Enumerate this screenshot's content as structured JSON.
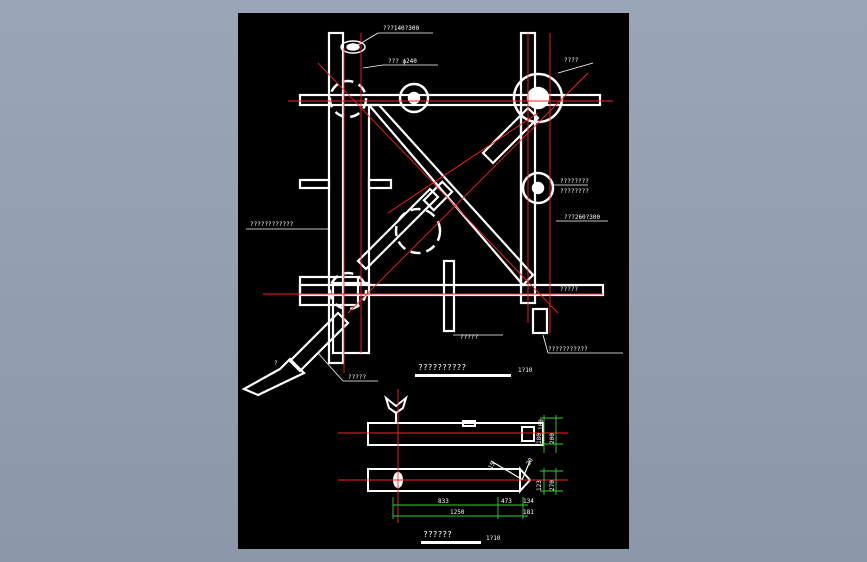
{
  "labels": {
    "top_pipe": "???140?300",
    "circle_dia": "??? ф240",
    "top_right": "????",
    "left_note": "????????????",
    "right_mid_1": "????????",
    "right_mid_2": "???260?300",
    "right_lower": "?????",
    "bottom_right": "???????????",
    "lower_mid": "?????",
    "bottom_left": "?????",
    "upper_right_sub": "????????",
    "slope_mark": "?"
  },
  "titles": {
    "plan_title": "??????????",
    "plan_scale": "1?10",
    "detail_title": "??????",
    "detail_scale": "1?10"
  },
  "dims": {
    "d_833": "833",
    "d_473": "473",
    "d_134": "134",
    "d_1250": "1250",
    "d_181": "181",
    "d_100": "100",
    "d_180": "180",
    "d_200": "200",
    "d_270": "270",
    "d_20": "20",
    "d_123": "123",
    "d_15": "15"
  },
  "colors": {
    "sheet_bg": "#000000",
    "line_white": "#ffffff",
    "center_red": "#ff2020",
    "dim_green": "#2fd12f"
  }
}
